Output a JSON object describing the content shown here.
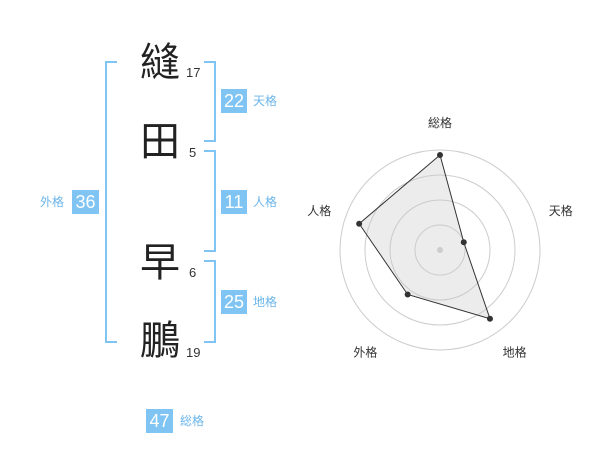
{
  "name_chars": [
    {
      "char": "縫",
      "strokes": "17"
    },
    {
      "char": "田",
      "strokes": "5"
    },
    {
      "char": "早",
      "strokes": "6"
    },
    {
      "char": "鵬",
      "strokes": "19"
    }
  ],
  "kakusu": {
    "tenkaku": {
      "value": "22",
      "label": "天格"
    },
    "jinkaku": {
      "value": "11",
      "label": "人格"
    },
    "chikaku": {
      "value": "25",
      "label": "地格"
    },
    "gaikaku": {
      "value": "36",
      "label": "外格"
    },
    "soukaku": {
      "value": "47",
      "label": "総格"
    }
  },
  "colors": {
    "accent": "#7fc4f3",
    "accent_text": "#6bb5ea"
  },
  "chart_data": {
    "type": "radar",
    "axes": [
      "総格",
      "天格",
      "地格",
      "外格",
      "人格"
    ],
    "values": [
      0.95,
      0.25,
      0.85,
      0.55,
      0.85
    ],
    "rmax": 1,
    "rings": 4
  }
}
